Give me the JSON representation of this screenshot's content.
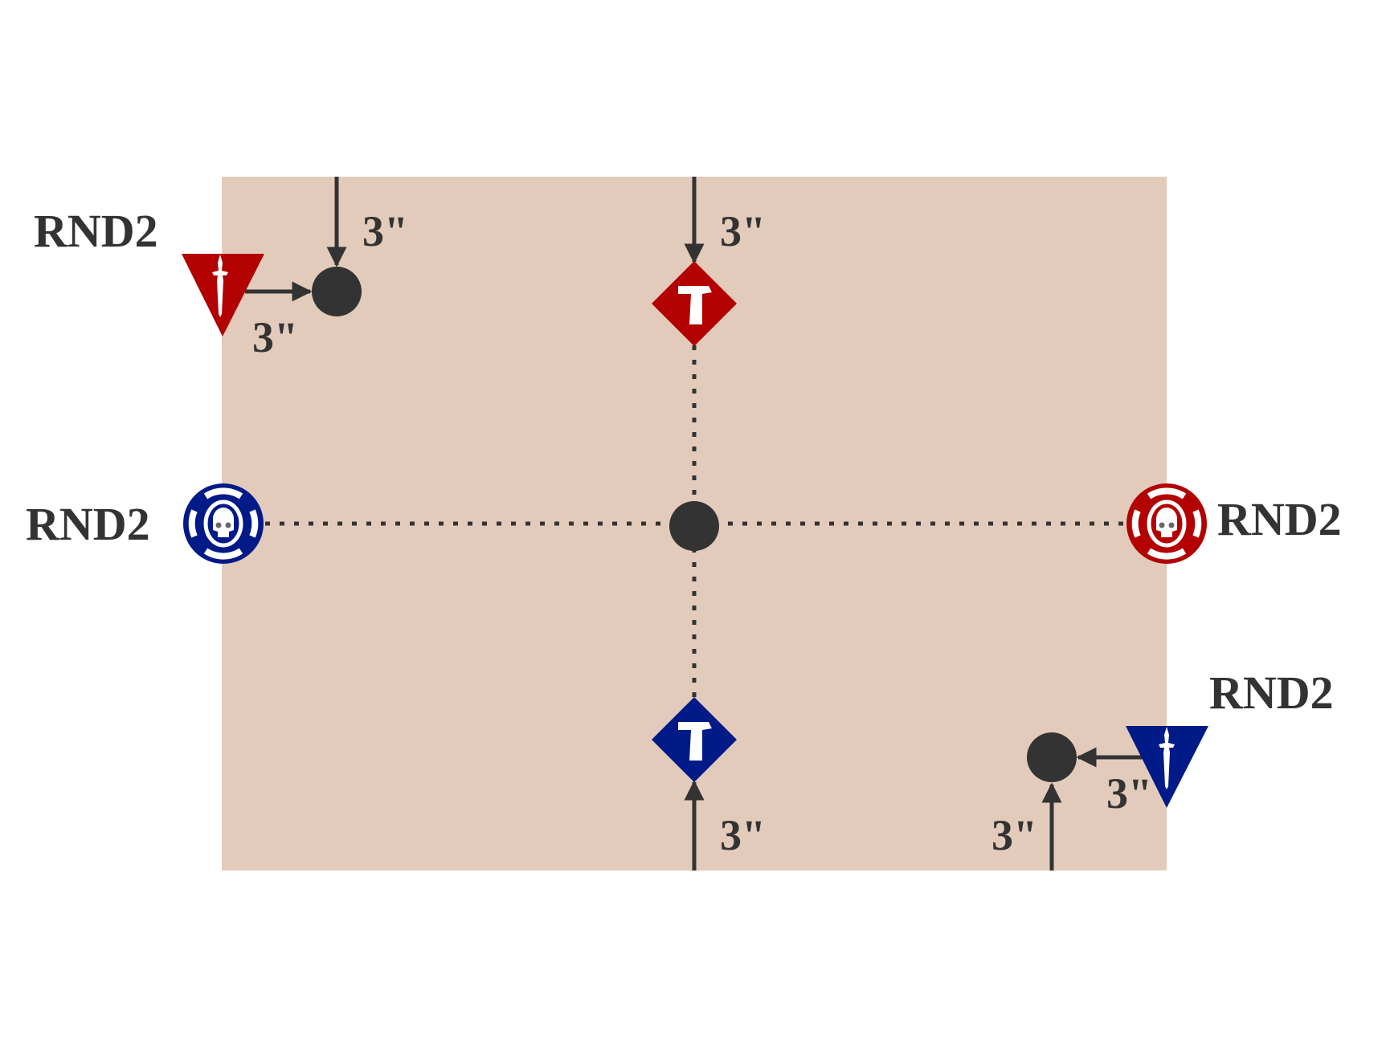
{
  "colors": {
    "board": "#e3cbbb",
    "red": "#b30000",
    "blue": "#001a87",
    "marker": "#333333",
    "icon": "#ffffff"
  },
  "labels": {
    "rnd_top_left": "RND2",
    "rnd_mid_left": "RND2",
    "rnd_mid_right": "RND2",
    "rnd_bottom_right": "RND2"
  },
  "distances": {
    "top_left_vertical": "3\"",
    "top_left_horizontal": "3\"",
    "top_center": "3\"",
    "bottom_center": "3\"",
    "bottom_right_horizontal": "3\"",
    "bottom_right_vertical": "3\""
  },
  "icons": {
    "red_triangle": "dagger-icon",
    "blue_triangle": "dagger-icon",
    "red_diamond": "hammer-icon",
    "blue_diamond": "hammer-icon",
    "red_circle": "skull-icon",
    "blue_circle": "skull-icon"
  }
}
